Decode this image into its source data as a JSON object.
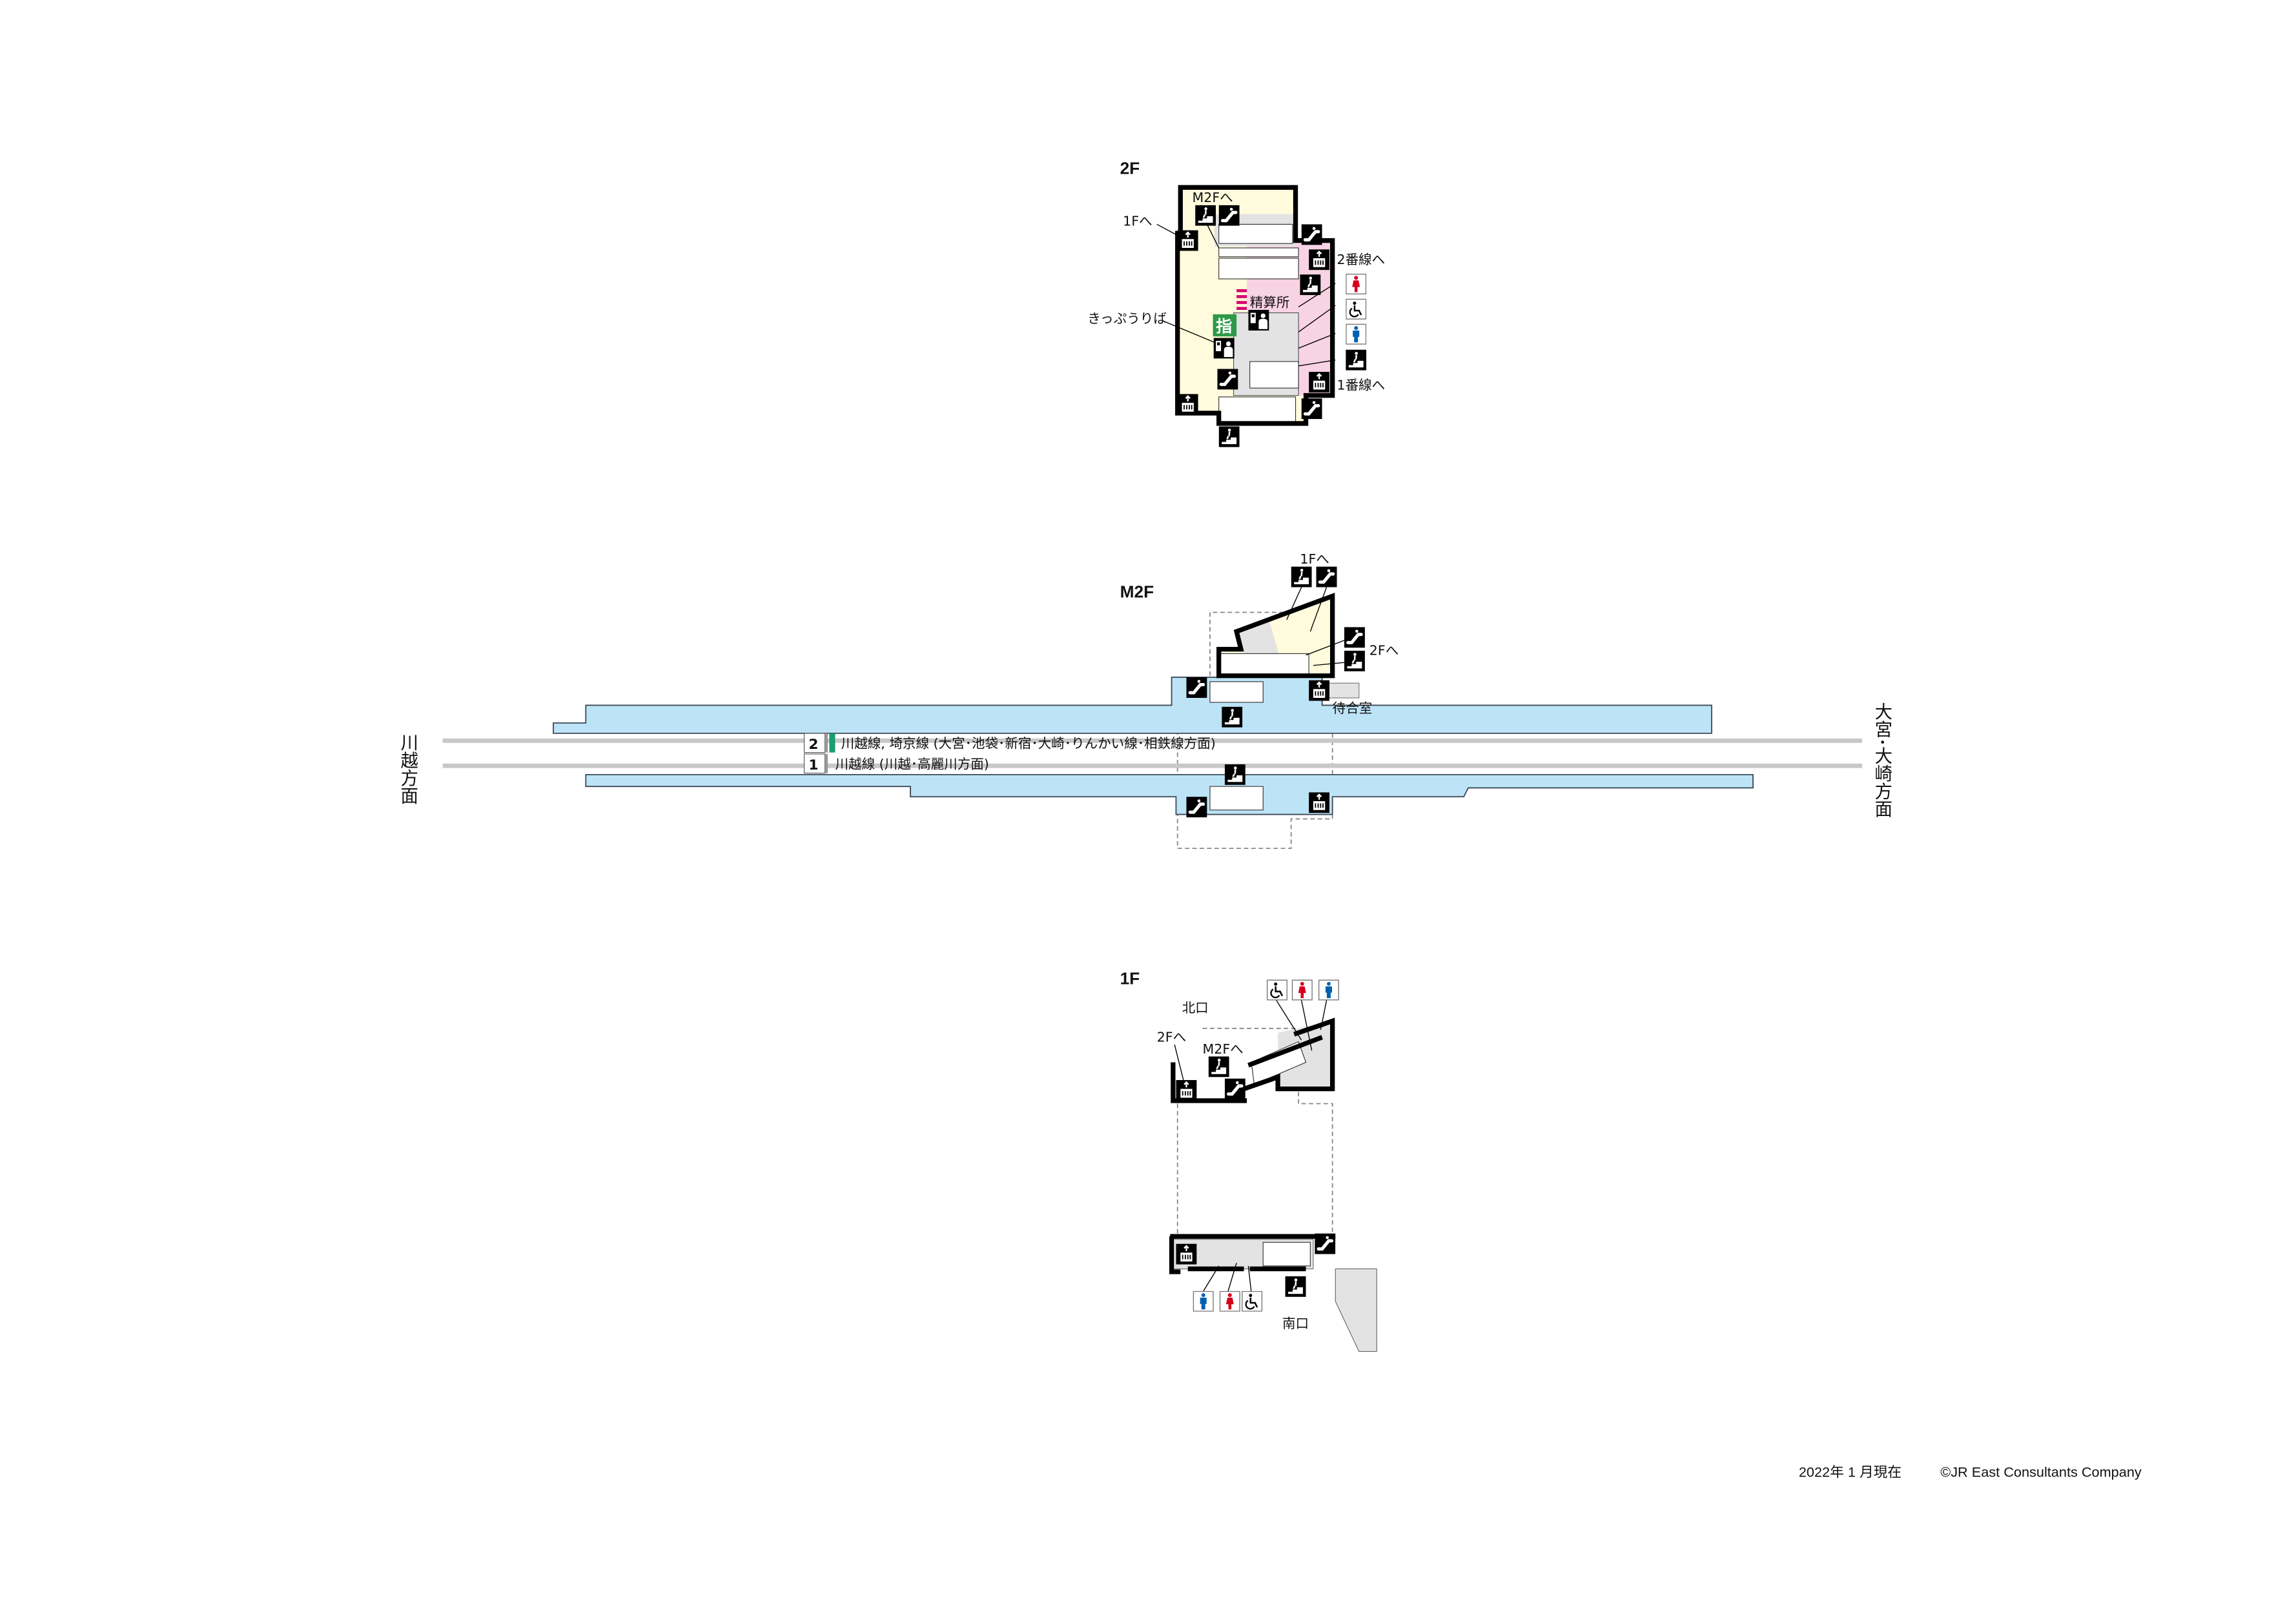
{
  "floors": {
    "f2": {
      "title": "2F",
      "labels": {
        "to_m2f": "M2Fへ",
        "to_1f": "1Fへ",
        "to_track2": "2番線へ",
        "fare_adjustment": "精算所",
        "ticket_counter": "きっぷうりば",
        "to_track1": "1番線へ",
        "reserved_seat_badge": "指"
      }
    },
    "m2f": {
      "title": "M2F",
      "labels": {
        "to_1f": "1Fへ",
        "to_2f": "2Fへ",
        "waiting_room": "待合室"
      },
      "tracks": [
        {
          "number": "2",
          "description": "川越線, 埼京線 (大宮･池袋･新宿･大崎･りんかい線･相鉄線方面)",
          "color": "#1a9e6e"
        },
        {
          "number": "1",
          "description": "川越線 (川越･高麗川方面)",
          "color": "#999999"
        }
      ],
      "direction_west": "川越方面",
      "direction_east": "大宮･大崎方面"
    },
    "f1": {
      "title": "1F",
      "labels": {
        "north_exit": "北口",
        "to_2f": "2Fへ",
        "to_m2f": "M2Fへ",
        "south_exit": "南口"
      }
    }
  },
  "footer": {
    "date": "2022年 1 月現在",
    "copyright": "©JR East Consultants Company"
  },
  "colors": {
    "concourse": "#fffbdc",
    "paid_area": "#f8d3e3",
    "platform": "#bde3f7",
    "facility": "#e3e3e3",
    "female": "#d6001c",
    "male": "#0060b0",
    "reserved": "#2e9a48"
  }
}
